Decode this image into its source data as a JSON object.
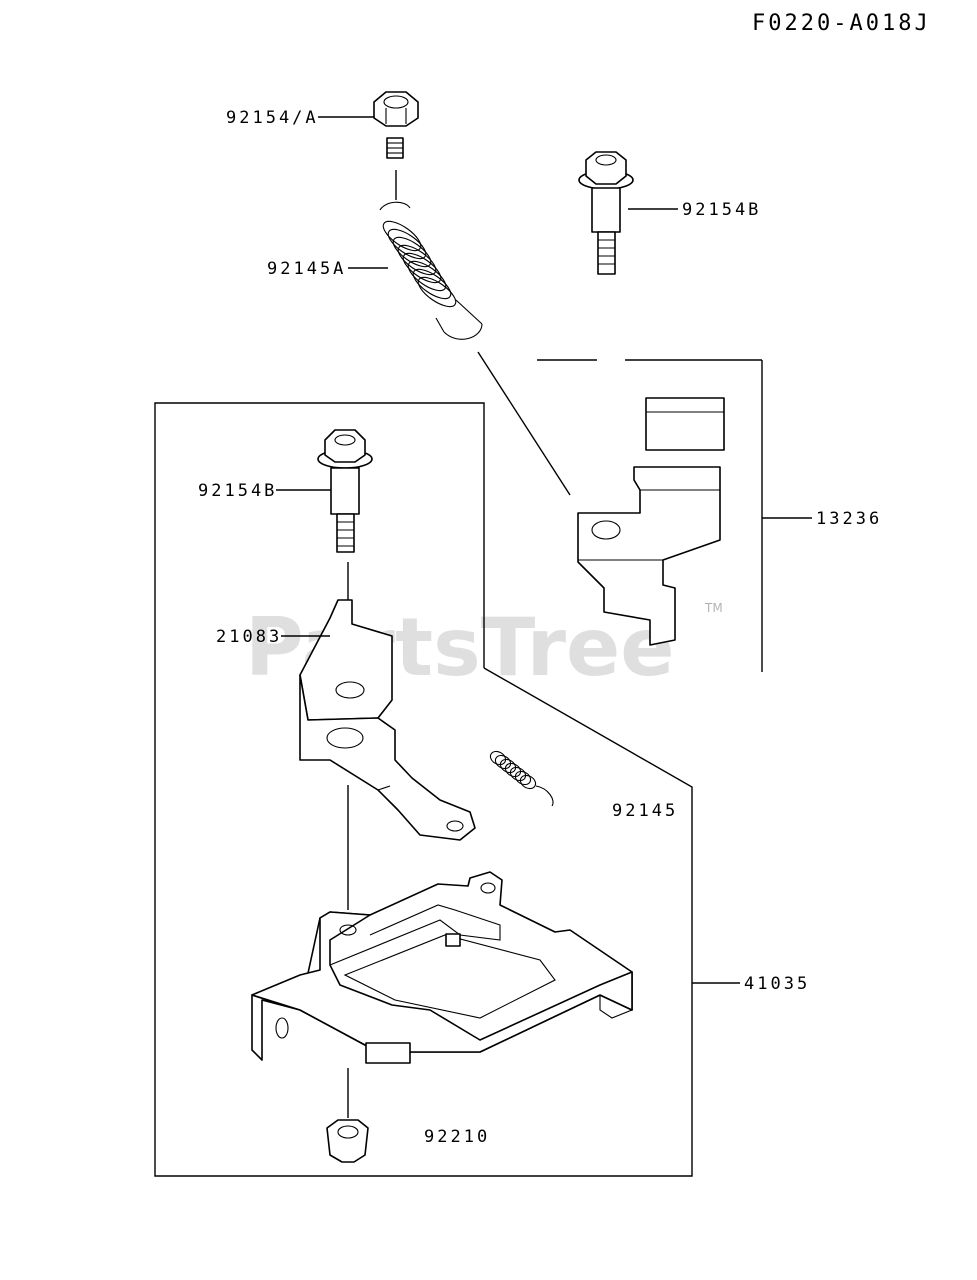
{
  "diagram": {
    "code": "F0220-A018J",
    "watermark": "PartsTree",
    "watermark_tm": "TM",
    "callouts": {
      "bolt_a": "92154/A",
      "bolt_b_top": "92154B",
      "spring_a": "92145A",
      "bracket_13236": "13236",
      "bolt_b_inner": "92154B",
      "lever_21083": "21083",
      "spring_92145": "92145",
      "plate_41035": "41035",
      "nut_92210": "92210"
    }
  }
}
